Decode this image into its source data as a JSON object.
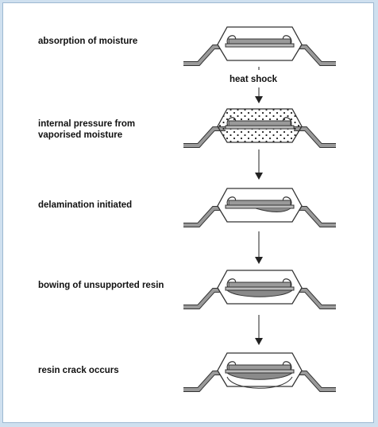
{
  "steps": [
    {
      "label": "absorption of moisture",
      "state": "normal"
    },
    {
      "label": "internal pressure from",
      "label2": "vaporised moisture",
      "state": "pressurised"
    },
    {
      "label": "delamination initiated",
      "state": "delamination"
    },
    {
      "label": "bowing of unsupported resin",
      "state": "bowing"
    },
    {
      "label": "resin crack occurs",
      "state": "crack"
    }
  ],
  "arrow_labels": {
    "first": "heat shock"
  },
  "colors": {
    "outline": "#333333",
    "leads": "#999999",
    "die": "#9a9a9a",
    "background": "#cfe0ef"
  }
}
